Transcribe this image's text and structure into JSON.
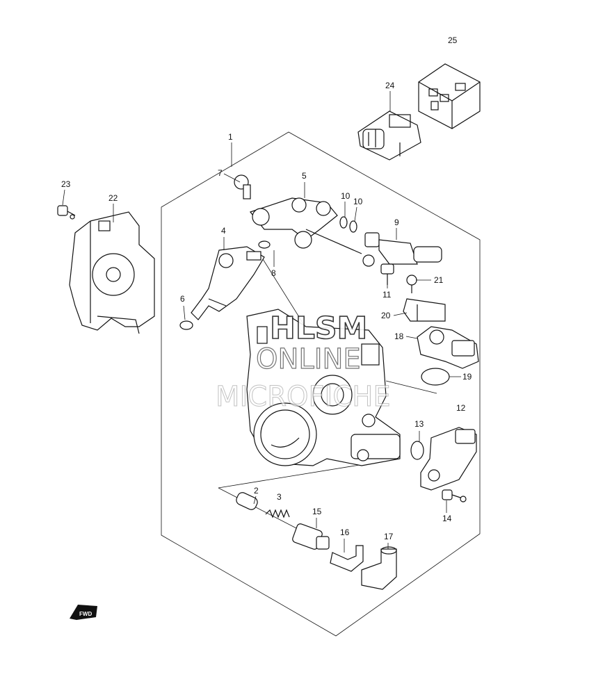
{
  "callouts": {
    "c1": "1",
    "c2": "2",
    "c3": "3",
    "c4": "4",
    "c5": "5",
    "c6": "6",
    "c7": "7",
    "c8": "8",
    "c9": "9",
    "c10a": "10",
    "c10b": "10",
    "c11": "11",
    "c12": "12",
    "c13": "13",
    "c14": "14",
    "c15": "15",
    "c16": "16",
    "c17": "17",
    "c18": "18",
    "c19": "19",
    "c20": "20",
    "c21": "21",
    "c22": "22",
    "c23": "23",
    "c24": "24",
    "c25": "25"
  },
  "watermark": {
    "line1": "HLSM",
    "line2": "ONLINE",
    "line3": "MICROFICHE"
  },
  "direction_badge": "FWD"
}
